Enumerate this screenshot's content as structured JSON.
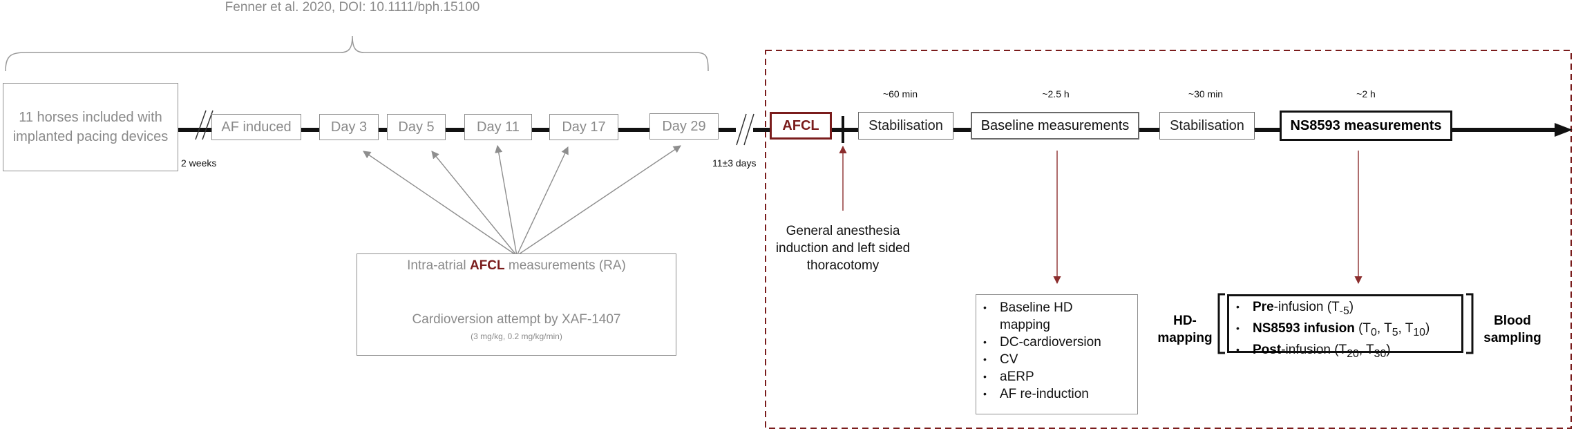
{
  "citation": "Fenner et al. 2020, DOI: 10.1111/bph.15100",
  "horses_box": {
    "line1": "11 horses included with",
    "line2": "implanted pacing devices"
  },
  "gaps": {
    "two_weeks": "2 weeks",
    "days_11": "11±3 days"
  },
  "timeline_left": [
    "AF induced",
    "Day 3",
    "Day 5",
    "Day 11",
    "Day 17",
    "Day 29"
  ],
  "measurement_box": {
    "prefix": "Intra-atrial ",
    "highlight": "AFCL",
    "suffix": " measurements (RA)",
    "cardioversion": "Cardioversion attempt by XAF-1407",
    "dose": "(3 mg/kg, 0.2  mg/kg/min)"
  },
  "timeline_right": {
    "afcl": "AFCL",
    "stabilisation_1": "Stabilisation",
    "baseline": "Baseline measurements",
    "stabilisation_2": "Stabilisation",
    "ns8593": "NS8593 measurements"
  },
  "durations": {
    "stab1": "~60 min",
    "baseline": "~2.5 h",
    "stab2": "~30 min",
    "ns8593": "~2 h"
  },
  "anesthesia": [
    "General anesthesia",
    "induction and left sided",
    "thoracotomy"
  ],
  "baseline_list": [
    "Baseline HD",
    "mapping",
    "DC-cardioversion",
    "CV",
    "aERP",
    "AF re-induction"
  ],
  "infusion": {
    "left_label": [
      "HD-",
      "mapping"
    ],
    "right_label": [
      "Blood",
      "sampling"
    ],
    "pre": {
      "bold": "Pre",
      "text": "-infusion (T",
      "sub": "-5",
      "end": ")"
    },
    "ns": {
      "bold": "NS8593 infusion",
      "text": "  (T",
      "sub0": "0",
      "mid1": ",  T",
      "sub5": "5",
      "mid2": ",  T",
      "sub10": "10",
      "end": ")"
    },
    "post": {
      "bold": "Post",
      "text": "-infusion (T",
      "sub20": "20",
      "mid": ",  T",
      "sub30": "30",
      "end": ")"
    }
  },
  "colors": {
    "accent_red": "#7a1c1c",
    "gray": "#8a8a8a",
    "line": "#111111"
  }
}
